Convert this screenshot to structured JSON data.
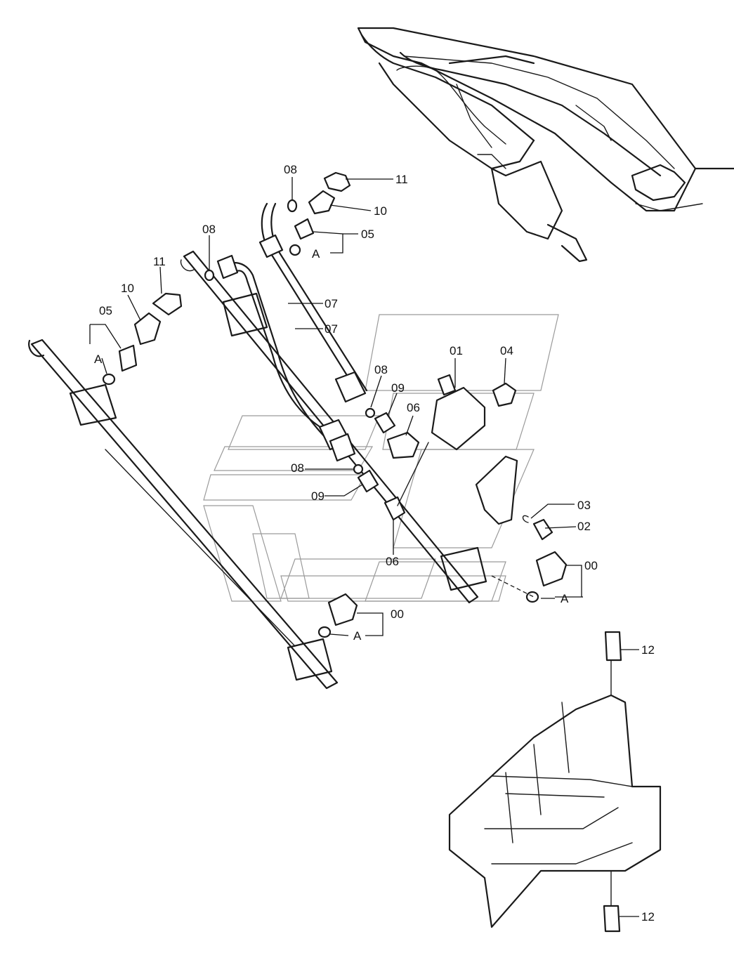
{
  "labels": {
    "l01": "01",
    "l02": "02",
    "l03": "03",
    "l04": "04",
    "l05a": "05",
    "l05b": "05",
    "l06a": "06",
    "l06b": "06",
    "l07a": "07",
    "l07b": "07",
    "l08a": "08",
    "l08b": "08",
    "l08c": "08",
    "l08d": "08",
    "l09a": "09",
    "l09b": "09",
    "l10a": "10",
    "l10b": "10",
    "l11a": "11",
    "l11b": "11",
    "l12a": "12",
    "l12b": "12",
    "l00a": "00",
    "l00b": "00",
    "lAa": "A",
    "lAb": "A",
    "lAc": "A",
    "lAd": "A"
  }
}
